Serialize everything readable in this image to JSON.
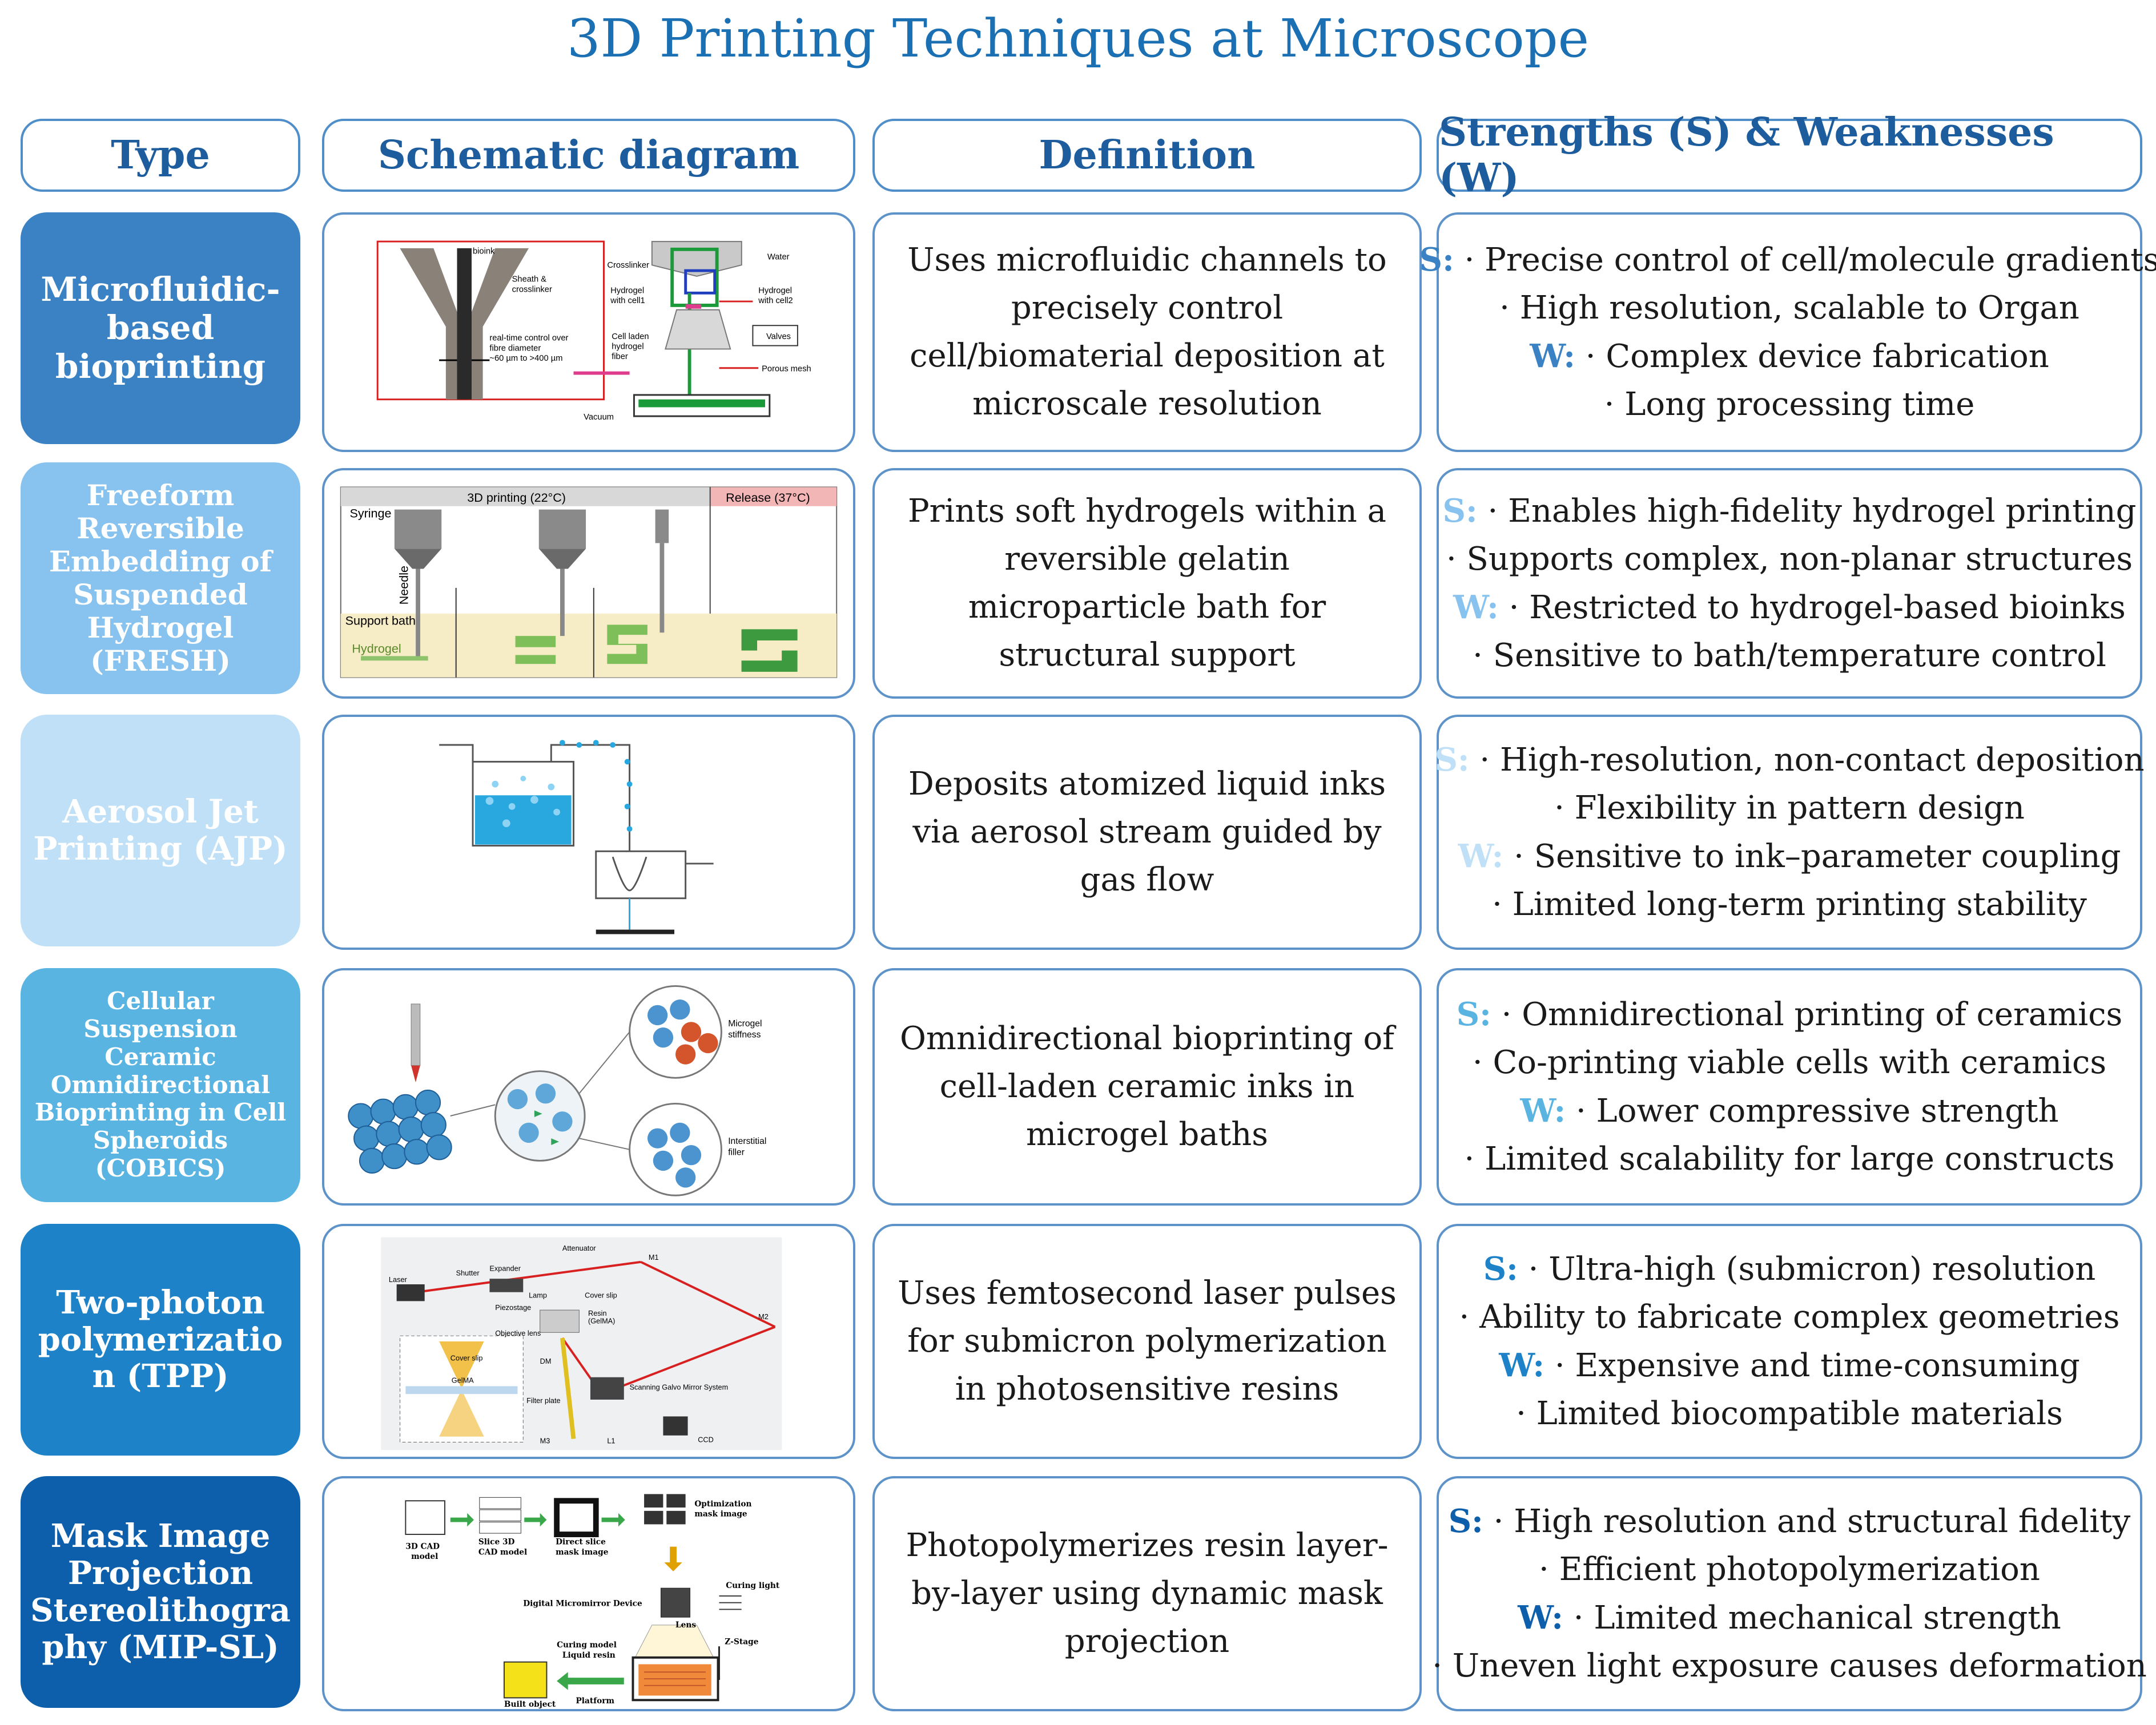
{
  "title": "3D Printing Techniques at Microscope",
  "headers": {
    "type": "Type",
    "schematic": "Schematic diagram",
    "definition": "Definition",
    "sw": "Strengths (S) & Weaknesses (W)"
  },
  "colors": {
    "row1": "#3a82c4",
    "row2": "#87c3ee",
    "row3": "#bfe0f6",
    "row4": "#5ab4e2",
    "row5": "#1e82c8",
    "row6": "#0e5fab"
  },
  "rows": [
    {
      "type": "Microfluidic-based bioprinting",
      "definition": "Uses microfluidic channels to precisely control cell/biomaterial deposition at microscale resolution",
      "s_label": "S:",
      "w_label": "W:",
      "lines": [
        "· Precise control of cell/molecule gradients",
        "· High resolution, scalable to Organ",
        "· Complex device fabrication",
        "· Long processing time"
      ],
      "schematic": {
        "bioink": "bioink",
        "sheath": "Sheath &",
        "sheath2": "crosslinker",
        "control": "real-time control over",
        "control2": "fibre diameter",
        "control3": "~60 µm to >400 µm",
        "crosslinker": "Crosslinker",
        "water": "Water",
        "hyd1": "Hydrogel",
        "hyd1b": "with cell1",
        "hyd2": "Hydrogel",
        "hyd2b": "with cell2",
        "valves": "Valves",
        "laden": "Cell laden",
        "laden2": "hydrogel",
        "laden3": "fiber",
        "mesh": "Porous mesh",
        "vacuum": "Vacuum"
      }
    },
    {
      "type": "Freeform Reversible Embedding of Suspended Hydrogel (FRESH)",
      "definition": "Prints soft hydrogels within a reversible gelatin microparticle bath for structural support",
      "s_label": "S:",
      "w_label": "W:",
      "lines": [
        "· Enables high-fidelity hydrogel printing",
        "· Supports complex, non-planar structures",
        "·  Restricted to hydrogel-based bioinks",
        "· Sensitive to bath/temperature control"
      ],
      "schematic": {
        "printing": "3D printing (22°C)",
        "release": "Release (37°C)",
        "syringe": "Syringe",
        "needle": "Needle",
        "bath": "Support bath",
        "hydrogel": "Hydrogel"
      }
    },
    {
      "type": "Aerosol Jet Printing (AJP)",
      "definition": "Deposits atomized liquid inks via aerosol stream guided by gas flow",
      "s_label": "S:",
      "w_label": "W:",
      "lines": [
        "· High-resolution, non-contact deposition",
        "· Flexibility in pattern design",
        "· Sensitive to ink–parameter coupling",
        "· Limited long-term printing stability"
      ],
      "schematic": {}
    },
    {
      "type": "Cellular Suspension Ceramic Omnidirectional Bioprinting in Cell Spheroids (COBICS)",
      "definition": "Omnidirectional bioprinting of cell-laden ceramic inks in microgel baths",
      "s_label": "S:",
      "w_label": "W:",
      "lines": [
        "· Omnidirectional printing of ceramics",
        "· Co-printing viable cells with ceramics",
        "· Lower compressive strength",
        "· Limited scalability for large constructs"
      ],
      "schematic": {
        "stiffness": "Microgel",
        "stiffness2": "stiffness",
        "filler": "Interstitial",
        "filler2": "filler"
      }
    },
    {
      "type": "Two-photon polymerizatio n (TPP)",
      "definition": "Uses femtosecond laser pulses for submicron polymerization in photosensitive resins",
      "s_label": "S:",
      "w_label": "W:",
      "lines": [
        "· Ultra-high (submicron) resolution",
        "· Ability to fabricate complex geometries",
        "· Expensive and time-consuming",
        "· Limited biocompatible materials"
      ],
      "schematic": {
        "laser": "Laser",
        "shutter": "Shutter",
        "expander": "Expander",
        "attenuator": "Attenuator",
        "m1": "M1",
        "lamp": "Lamp",
        "cover": "Cover slip",
        "piezo": "Piezostage",
        "resin": "Resin",
        "resin2": "(GelMA)",
        "objective": "Objective lens",
        "m2": "M2",
        "dm": "DM",
        "cover2": "Cover slip",
        "gelma": "GelMA",
        "galvo": "Scanning Galvo Mirror System",
        "filter": "Filter plate",
        "m3": "M3",
        "l1": "L1",
        "ccd": "CCD"
      }
    },
    {
      "type": "Mask Image Projection Stereolithogra phy (MIP-SL)",
      "definition": "Photopolymerizes resin layer-by-layer using dynamic mask projection",
      "s_label": "S:",
      "w_label": "W:",
      "lines": [
        "· High resolution and structural fidelity",
        "· Efficient photopolymerization",
        "· Limited mechanical strength",
        "· Uneven light exposure causes deformation"
      ],
      "schematic": {
        "cad": "3D CAD",
        "cad2": "model",
        "slice": "Slice  3D",
        "slice2": "CAD model",
        "direct": "Direct slice",
        "direct2": "mask image",
        "opt": "Optimization",
        "opt2": "mask image",
        "curing": "Curing light",
        "dmd": "Digital Micromirror Device",
        "lens": "Lens",
        "zstage": "Z-Stage",
        "cmodel": "Curing model",
        "liquid": "Liquid resin",
        "platform": "Platform",
        "built": "Built object"
      }
    }
  ]
}
